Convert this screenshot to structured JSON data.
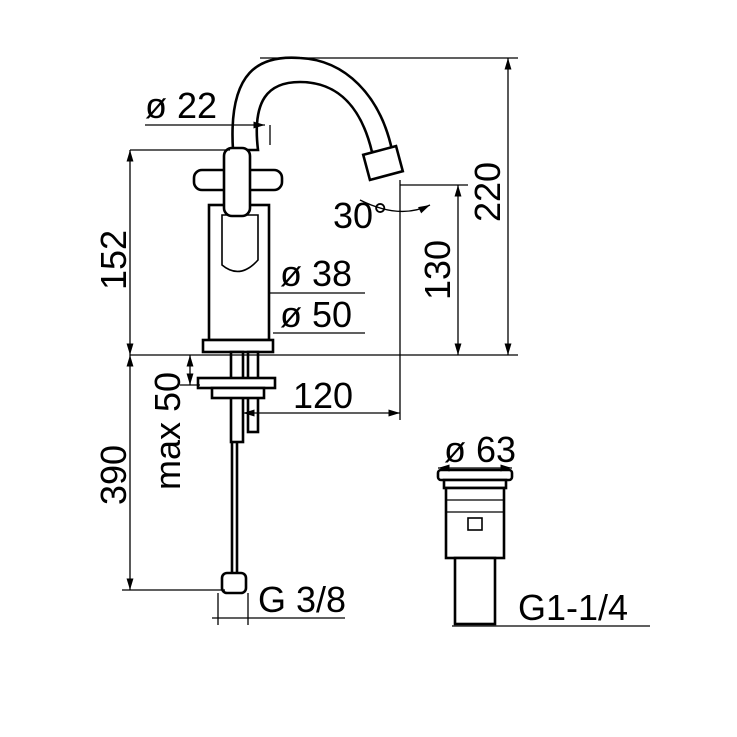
{
  "diagram": {
    "title": "Bidet mixer technical drawing",
    "dimensions": {
      "spout_diameter": "ø 22",
      "handle_height": "152",
      "spout_angle": "30°",
      "spout_outlet_height": "130",
      "total_height": "220",
      "body_diameter": "ø 38",
      "base_diameter": "ø 50",
      "max_deck_thickness": "max 50",
      "spout_reach": "120",
      "hose_length": "390",
      "hose_connection": "G 3/8",
      "drain_diameter": "ø 63",
      "drain_thread": "G1-1/4"
    }
  }
}
